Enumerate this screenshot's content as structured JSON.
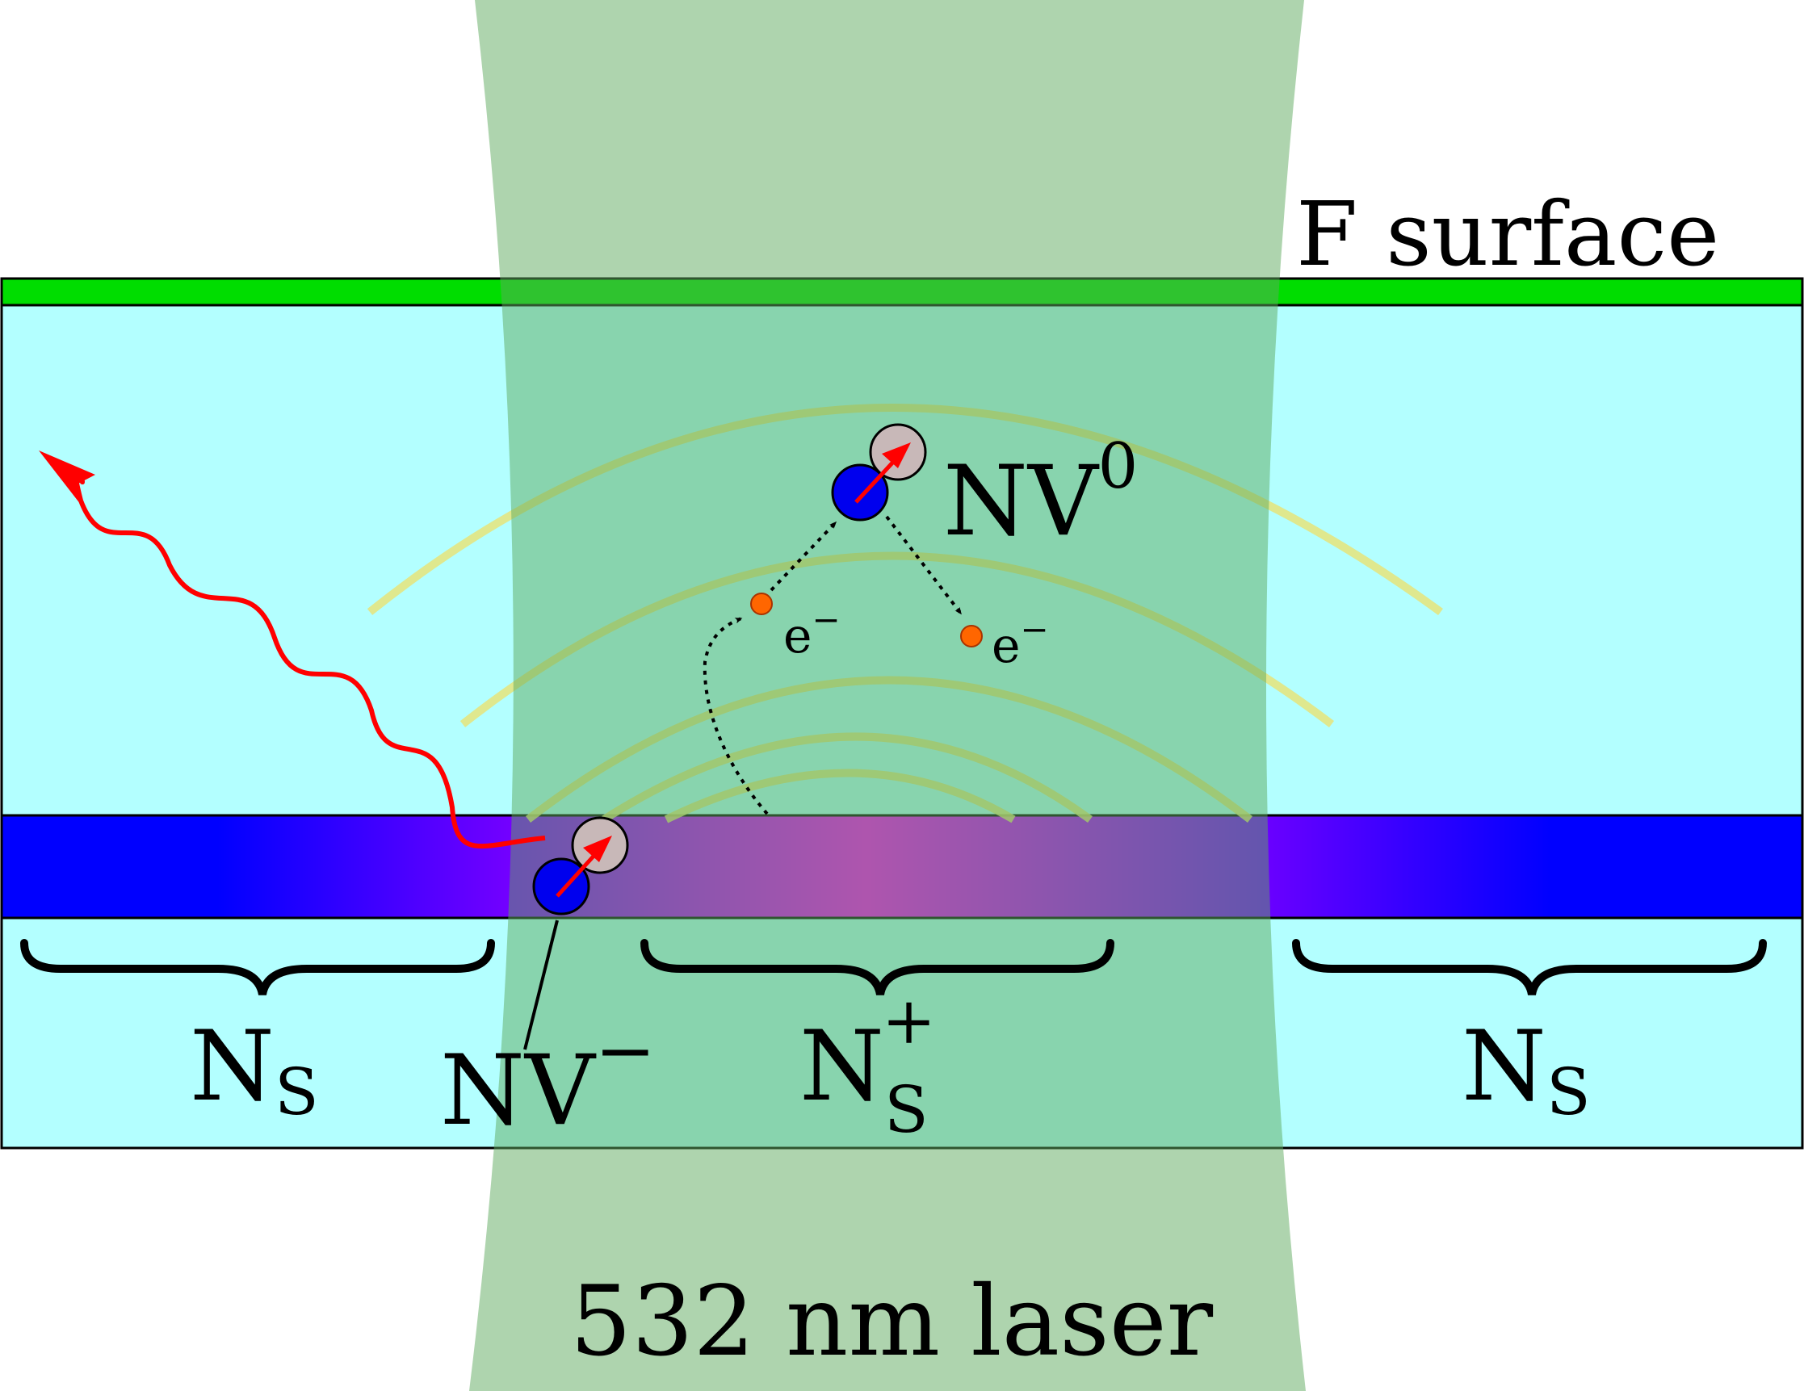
{
  "labels": {
    "f_surface": "F surface",
    "laser": "532 nm laser",
    "nv_zero": {
      "base": "NV",
      "sup": "0"
    },
    "nv_minus": {
      "base": "NV",
      "sup": "−"
    },
    "electron_left": {
      "base": "e",
      "sup": "−"
    },
    "electron_right": {
      "base": "e",
      "sup": "−"
    },
    "ns_left": {
      "base": "N",
      "sub": "S"
    },
    "ns_plus": {
      "base": "N",
      "sub": "S",
      "sup": "+"
    },
    "ns_right": {
      "base": "N",
      "sub": "S"
    }
  },
  "colors": {
    "diamond": "#b3ffff",
    "f_surface_layer": "#00dd00",
    "laser_beam": "#5daa5d",
    "nv_layer_edge": "#0000ff",
    "nv_layer_center": "#ff00ff",
    "fluorescence": "#ff0000",
    "spin_arrow": "#ff0000",
    "wave_arcs": "#e6e47a",
    "nitrogen_atom": "#0000ee",
    "vacancy": "#c8b8b8",
    "electron": "#ff6600"
  },
  "icons": {
    "fluorescence_photon": "wavy-arrow-icon",
    "brace": "curly-brace-icon",
    "nv_center": "nv-defect-icon",
    "electron_hop": "dotted-arrow-icon"
  }
}
